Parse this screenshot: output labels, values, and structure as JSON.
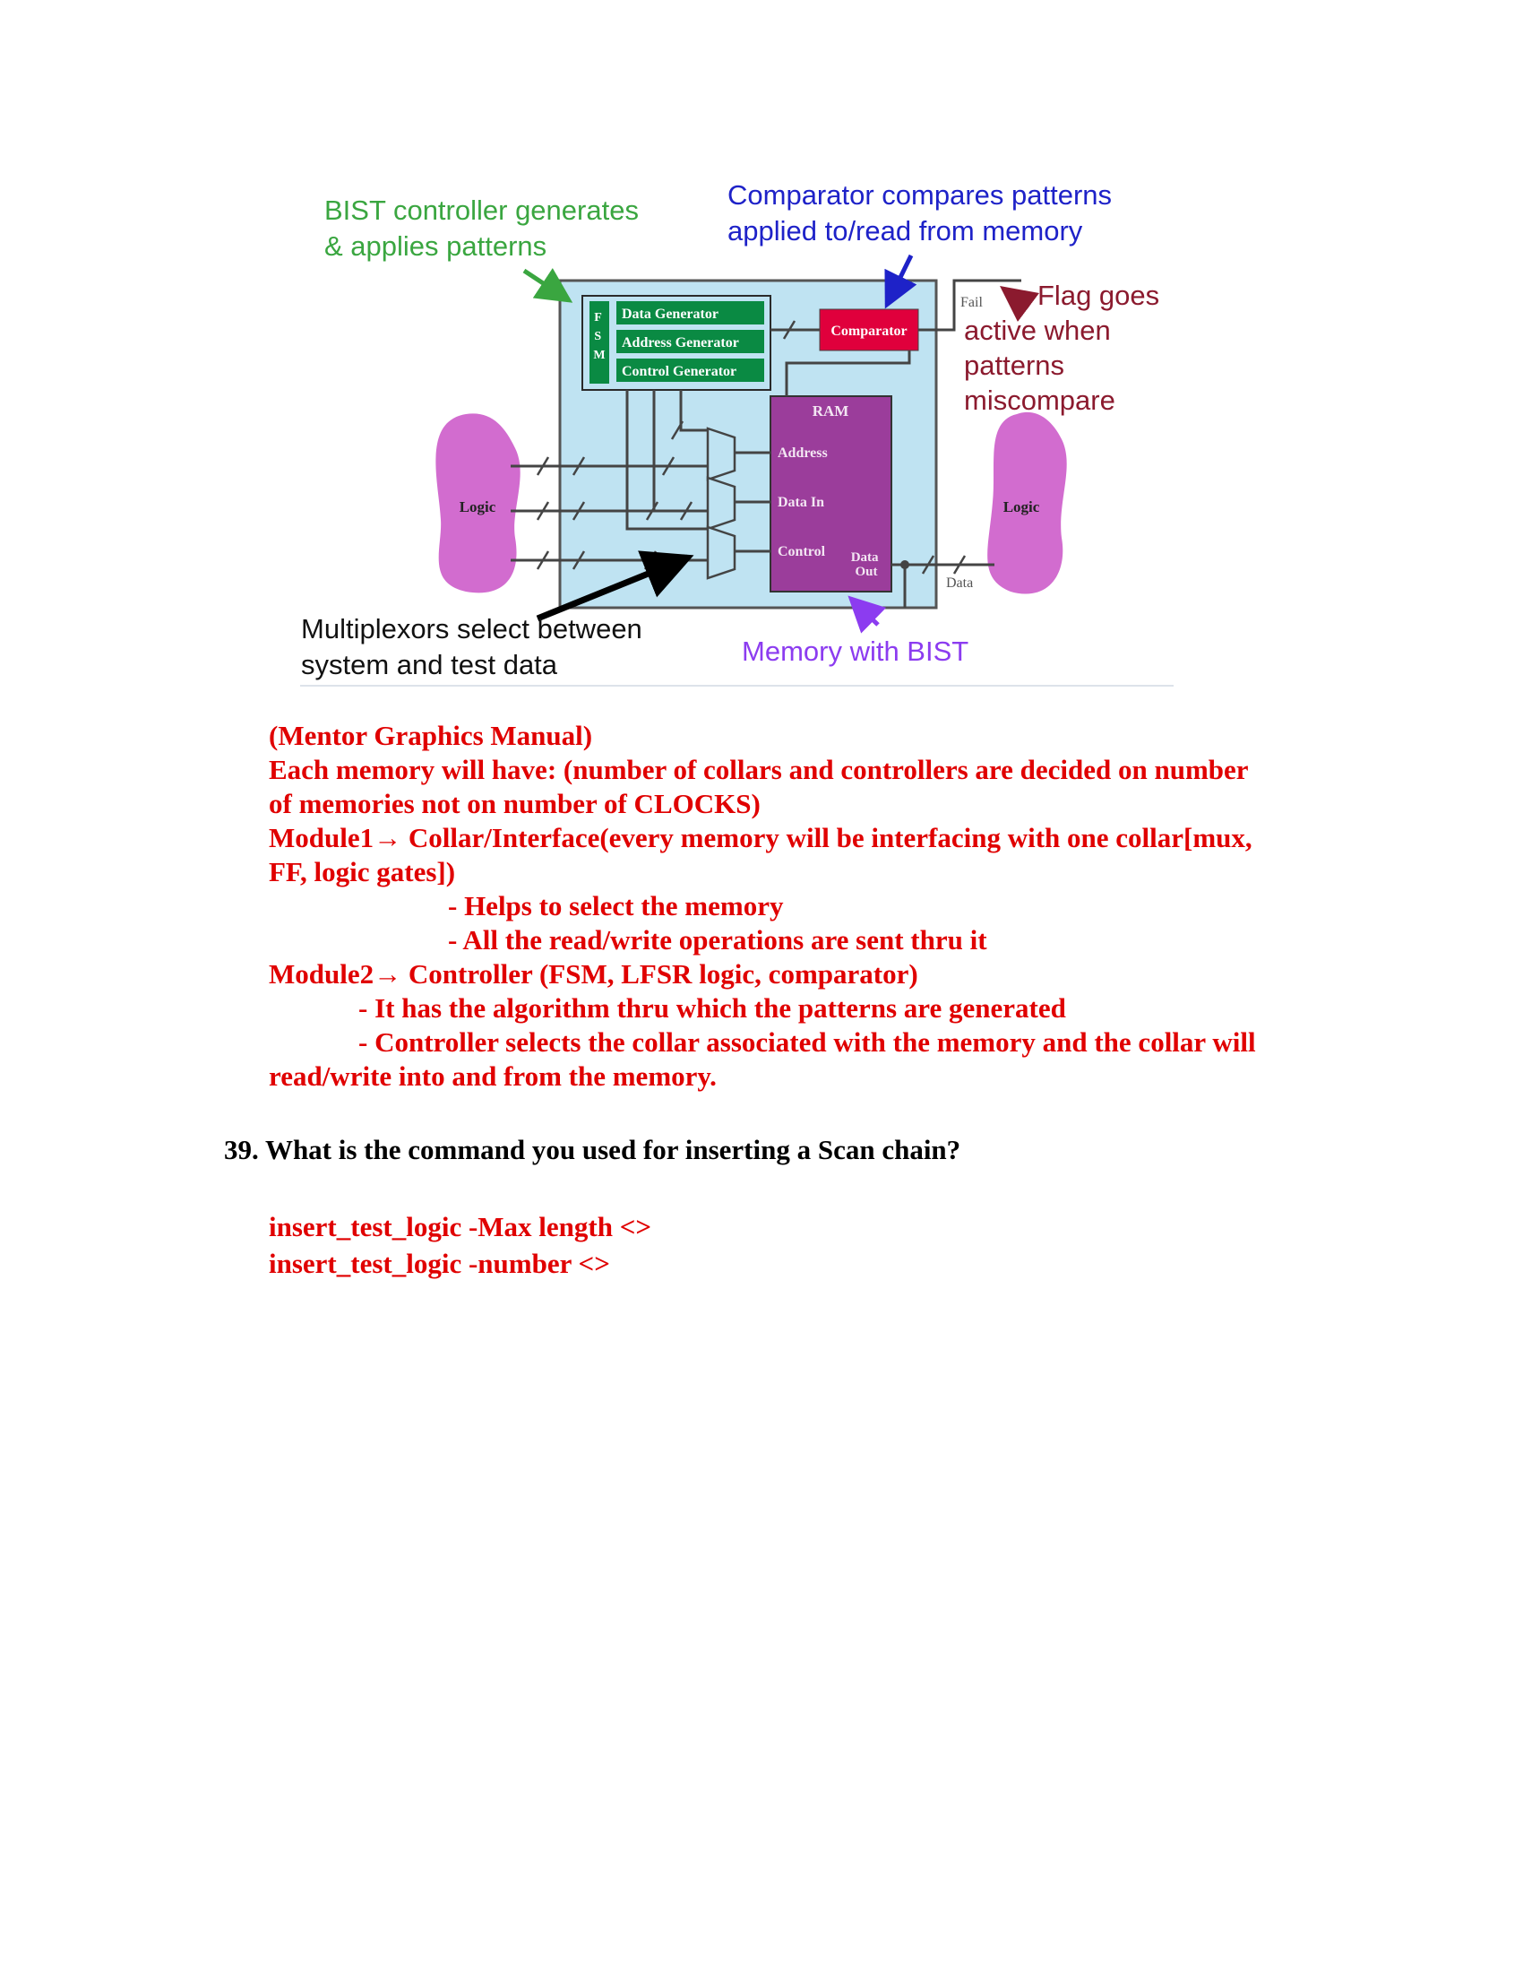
{
  "figure": {
    "callout_controller": [
      "BIST controller generates",
      "& applies patterns"
    ],
    "callout_comparator": [
      "Comparator compares patterns",
      "applied to/read from memory"
    ],
    "callout_flag": [
      "Flag goes",
      "active when",
      "patterns",
      "miscompare"
    ],
    "callout_mux": [
      "Multiplexors select between",
      "system and test data"
    ],
    "callout_memory": "Memory with BIST",
    "fsm_letters": [
      "F",
      "S",
      "M"
    ],
    "gen_labels": [
      "Data Generator",
      "Address Generator",
      "Control Generator"
    ],
    "comparator_label": "Comparator",
    "ram": {
      "title": "RAM",
      "address": "Address",
      "data_in": "Data In",
      "control": "Control",
      "data_out": [
        "Data",
        "Out"
      ]
    },
    "fail_label": "Fail",
    "data_label": "Data",
    "logic_left": "Logic",
    "logic_right": "Logic",
    "colors": {
      "green": "#3aa640",
      "blue": "#1e22c8",
      "maroon": "#8b1a2e",
      "purple": "#8c3cf0",
      "box_fill": "#bfe3f2",
      "gen_green": "#0a8a43",
      "comparator_red": "#e0003c",
      "ram_purple": "#9b3d9b",
      "logic_pink": "#d26ccf"
    }
  },
  "body": {
    "lines": [
      "(Mentor Graphics Manual)",
      "Each memory will have: (number of collars and controllers are decided on number",
      "of memories not on number of CLOCKS)",
      "Module1→ Collar/Interface(every memory will be interfacing with one collar[mux,",
      "FF, logic gates])",
      "- Helps to select the memory",
      "- All the read/write operations are sent thru it",
      "Module2→ Controller (FSM, LFSR logic, comparator)",
      "- It has the algorithm thru which the patterns are generated",
      "- Controller selects the collar associated with the memory and the collar will",
      "read/write into and from the memory."
    ]
  },
  "question": "39. What is the command you used for inserting a Scan chain?",
  "answers": [
    "insert_test_logic -Max length <>",
    "insert_test_logic -number <>"
  ]
}
